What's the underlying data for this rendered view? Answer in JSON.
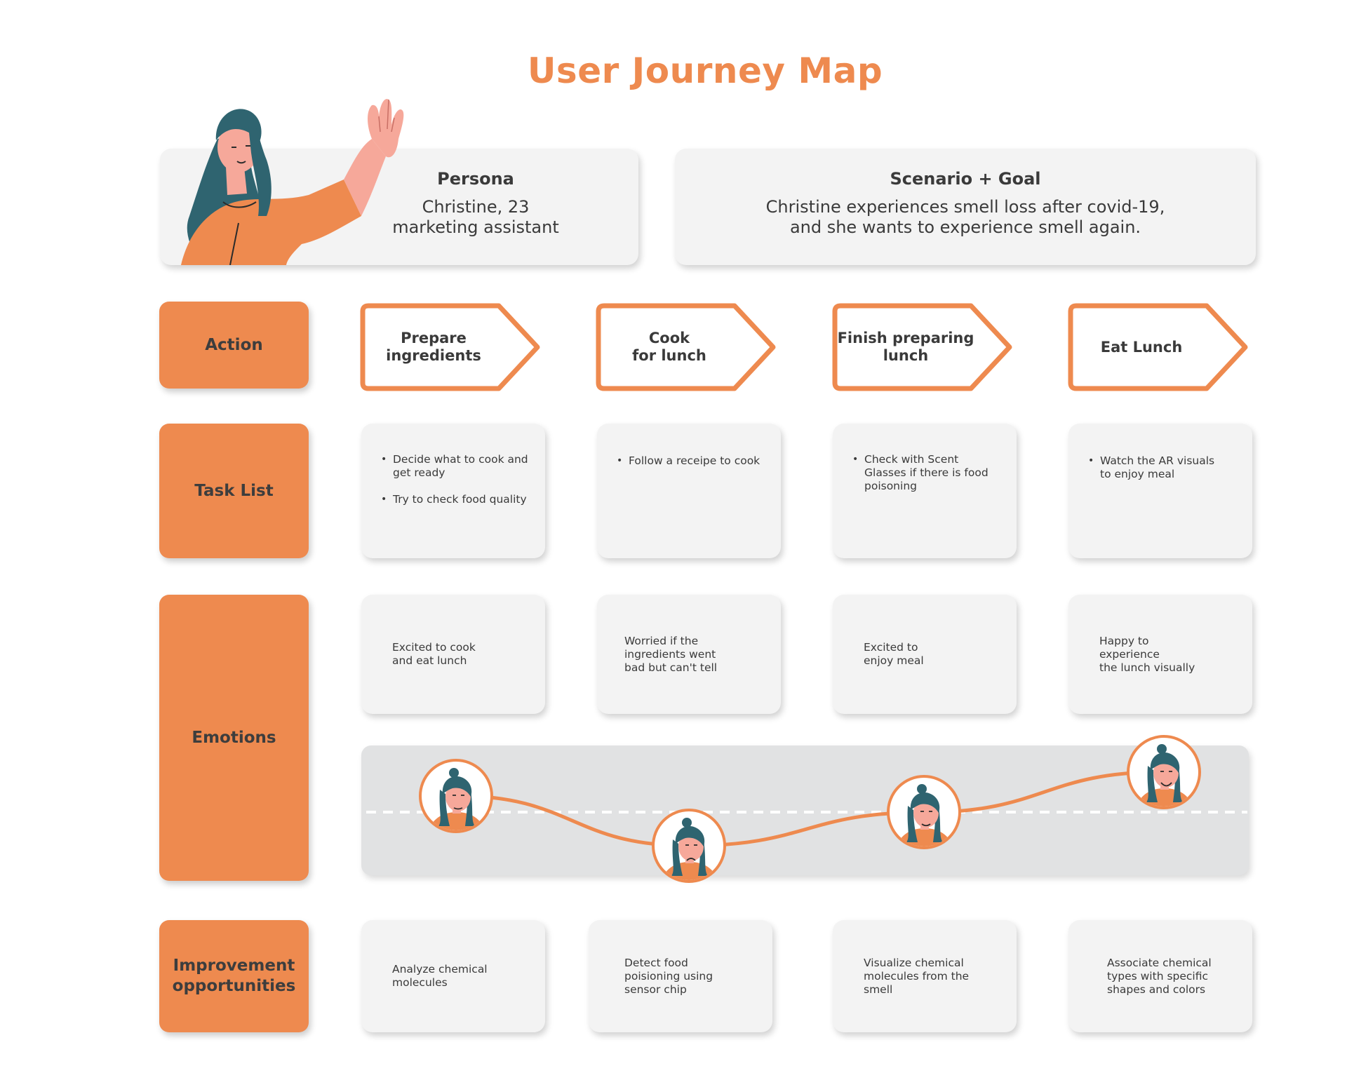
{
  "title": "User Journey Map",
  "persona": {
    "title": "Persona",
    "name": "Christine, 23",
    "role": "marketing assistant"
  },
  "scenario": {
    "title": "Scenario + Goal",
    "line1": "Christine experiences smell loss after covid-19,",
    "line2": "and she wants to experience smell again."
  },
  "rows": {
    "action": "Action",
    "task_list": "Task List",
    "emotions": "Emotions",
    "improvement": "Improvement\nopportunities"
  },
  "colors": {
    "accent": "#ee8a4f",
    "card": "#f3f3f3",
    "band": "#e1e2e3",
    "hair": "#2f6470",
    "skin": "#f6a89a"
  },
  "actions": [
    "Prepare\ningredients",
    "Cook\nfor lunch",
    "Finish preparing\nlunch",
    "Eat Lunch"
  ],
  "tasks": [
    [
      "Decide what to cook and get ready",
      "Try to check food quality"
    ],
    [
      "Follow a receipe to cook"
    ],
    [
      "Check with Scent Glasses if there is food poisoning"
    ],
    [
      "Watch the AR visuals to enjoy meal"
    ]
  ],
  "emotions": [
    "Excited to cook\nand eat lunch",
    "Worried if the\ningredients went\nbad but can't tell",
    "Excited to\nenjoy meal",
    "Happy to\nexperience\nthe lunch visually"
  ],
  "emotion_levels": [
    0.62,
    0.2,
    0.48,
    0.82
  ],
  "improvements": [
    "Analyze chemical\nmolecules",
    "Detect food\npoisioning using\nsensor chip",
    "Visualize chemical\nmolecules from the\nsmell",
    "Associate chemical\ntypes with specific\nshapes and colors"
  ]
}
